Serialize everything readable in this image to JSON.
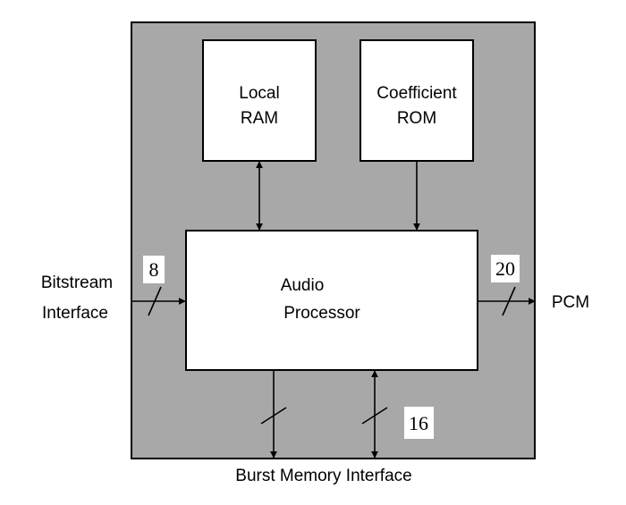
{
  "blocks": {
    "local_ram": {
      "line1": "Local",
      "line2": "RAM"
    },
    "coefficient_rom": {
      "line1": "Coefficient",
      "line2": "ROM"
    },
    "audio_processor": {
      "line1": "Audio",
      "line2": "Processor"
    }
  },
  "interfaces": {
    "bitstream": {
      "line1": "Bitstream",
      "line2": "Interface",
      "bus_width": "8"
    },
    "pcm": {
      "label": "PCM",
      "bus_width": "20"
    },
    "burst_memory": {
      "label": "Burst Memory Interface",
      "bus_width": "16"
    }
  },
  "colors": {
    "chip_fill": "#a8a8a8",
    "block_fill": "#ffffff",
    "stroke": "#000000"
  }
}
